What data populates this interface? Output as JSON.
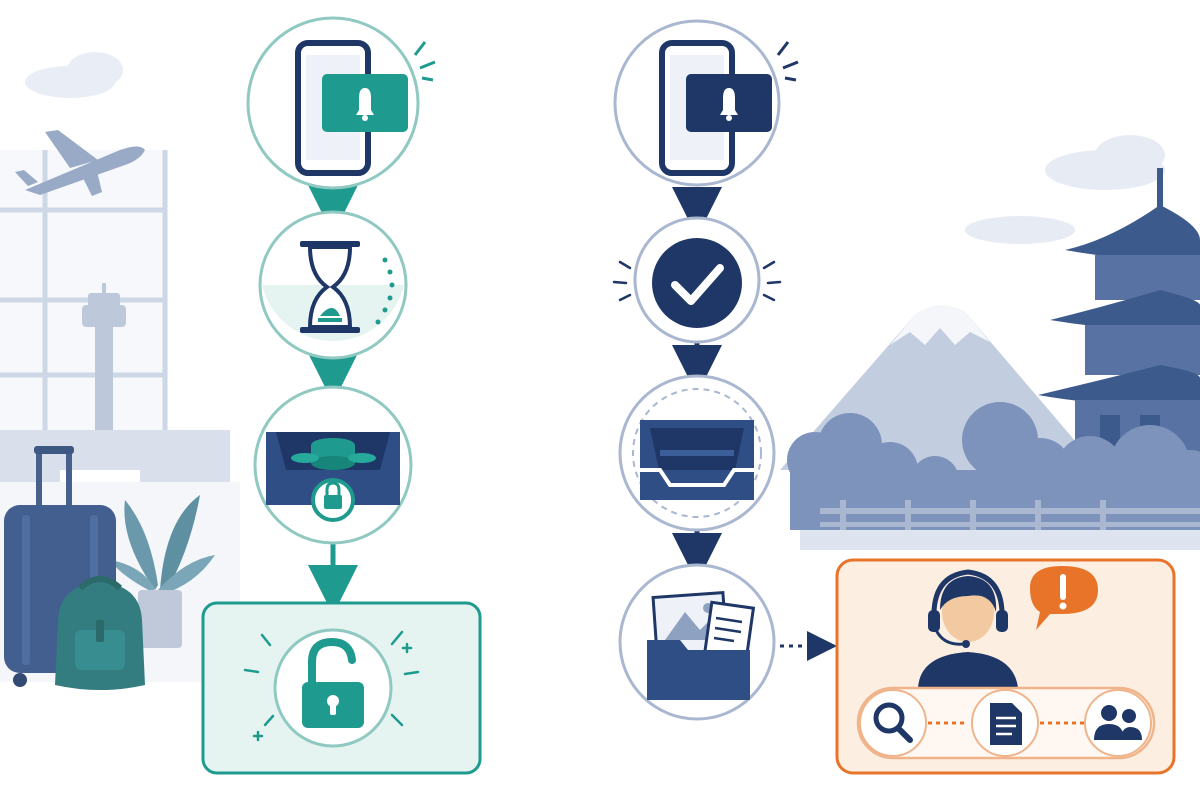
{
  "palette": {
    "teal": "#1f9a8e",
    "teal_light": "#e6f4f1",
    "navy": "#1e3766",
    "navy_light": "#eef2f8",
    "orange": "#e8742a",
    "orange_light": "#fdeee2",
    "scenery": "#c9d3e4"
  },
  "left_flow": {
    "steps": [
      {
        "icon": "phone-notification-bell-icon"
      },
      {
        "icon": "hourglass-icon"
      },
      {
        "icon": "locked-deposit-tray-icon"
      }
    ],
    "result": {
      "icon": "unlocked-padlock-icon"
    }
  },
  "right_flow": {
    "steps": [
      {
        "icon": "phone-notification-bell-icon"
      },
      {
        "icon": "check-circle-icon"
      },
      {
        "icon": "empty-tray-icon"
      },
      {
        "icon": "documents-folder-icon"
      }
    ],
    "support_panel": {
      "agent_icon": "support-agent-headset-icon",
      "alert_icon": "exclamation-speech-bubble-icon",
      "actions": [
        {
          "icon": "magnifier-icon"
        },
        {
          "icon": "document-icon"
        },
        {
          "icon": "people-icon"
        }
      ]
    }
  },
  "scenery": {
    "left": [
      "airplane-icon",
      "airport-window",
      "control-tower-icon",
      "suitcase-icon",
      "backpack-icon",
      "potted-plant-icon"
    ],
    "right": [
      "mount-fuji-icon",
      "pagoda-icon",
      "trees",
      "wooden-fence"
    ]
  }
}
